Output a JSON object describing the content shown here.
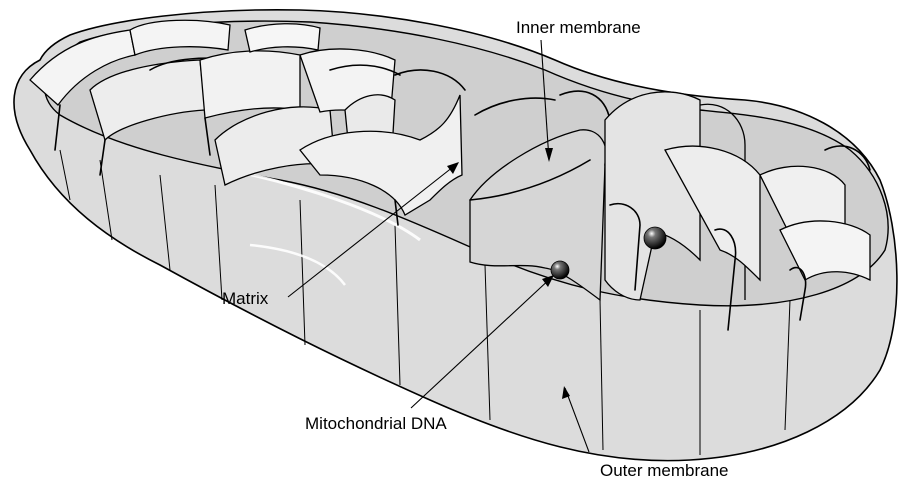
{
  "labels": {
    "inner_membrane": "Inner membrane",
    "matrix": "Matrix",
    "mitochondrial_dna": "Mitochondrial DNA",
    "outer_membrane": "Outer membrane"
  },
  "colors": {
    "membrane_fill": "#d9d9d9",
    "matrix_fill": "#cfcfcf",
    "cristae_fill": "#f2f2f2",
    "cristae_shadow": "#bdbdbd",
    "outline": "#000000"
  },
  "icons": {
    "dna": "dark-sphere"
  }
}
